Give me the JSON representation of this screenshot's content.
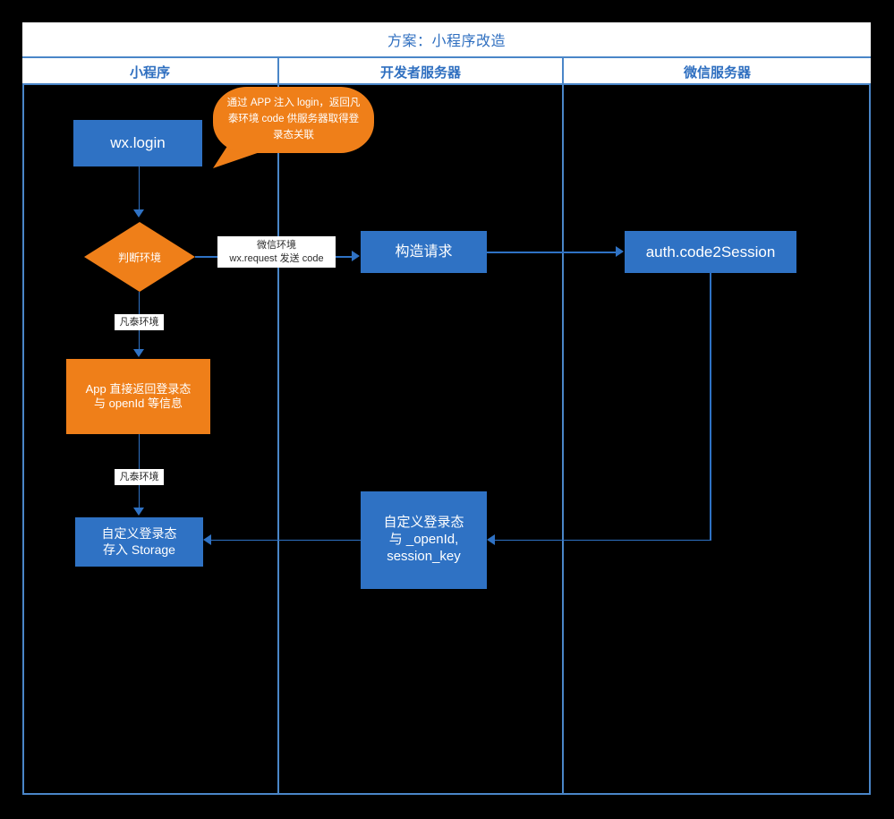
{
  "diagram": {
    "title": "方案：小程序改造",
    "type": "flowchart-swimlane",
    "lanes": [
      {
        "id": "miniprogram",
        "label": "小程序"
      },
      {
        "id": "dev-server",
        "label": "开发者服务器"
      },
      {
        "id": "wechat-server",
        "label": "微信服务器"
      }
    ],
    "nodes": [
      {
        "id": "wx-login",
        "lane": "miniprogram",
        "shape": "rect",
        "label": "wx.login",
        "color": "#2f72c4"
      },
      {
        "id": "decision-env",
        "lane": "miniprogram",
        "shape": "diamond",
        "label": "判断环境",
        "color": "#ef7f19"
      },
      {
        "id": "app-return",
        "lane": "miniprogram",
        "shape": "rect",
        "label": "App 直接返回登录态\n与 openId 等信息",
        "color": "#ef7f19"
      },
      {
        "id": "storage",
        "lane": "miniprogram",
        "shape": "rect",
        "label": "自定义登录态\n存入 Storage",
        "color": "#2f72c4"
      },
      {
        "id": "build-request",
        "lane": "dev-server",
        "shape": "rect",
        "label": "构造请求",
        "color": "#2f72c4"
      },
      {
        "id": "custom-session",
        "lane": "dev-server",
        "shape": "rect",
        "label": "自定义登录态\n与 _openId,\nsession_key",
        "color": "#2f72c4"
      },
      {
        "id": "code2session",
        "lane": "wechat-server",
        "shape": "rect",
        "label": "auth.code2Session",
        "color": "#2f72c4"
      }
    ],
    "callout": {
      "id": "login-callout",
      "attached_to": "wx-login",
      "text": "通过 APP 注入 login，返回凡泰环境 code 供服务器取得登录态关联",
      "color": "#ef7f19"
    },
    "edge_labels": [
      {
        "id": "wechat-branch",
        "from": "decision-env",
        "to": "build-request",
        "text": "微信环境\nwx.request 发送 code"
      },
      {
        "id": "fantai-branch",
        "from": "decision-env",
        "to": "app-return",
        "text": "凡泰环境"
      },
      {
        "id": "fantai-store",
        "from": "app-return",
        "to": "storage",
        "text": "凡泰环境"
      }
    ],
    "colors": {
      "frame": "#4a86c8",
      "lane_text": "#2f6fc0",
      "blue_node": "#2f72c4",
      "orange_node": "#ef7f19",
      "connector": "#2f72c4",
      "label_bg": "#ffffff",
      "label_text": "#2b2b2b",
      "background": "#000000"
    }
  }
}
